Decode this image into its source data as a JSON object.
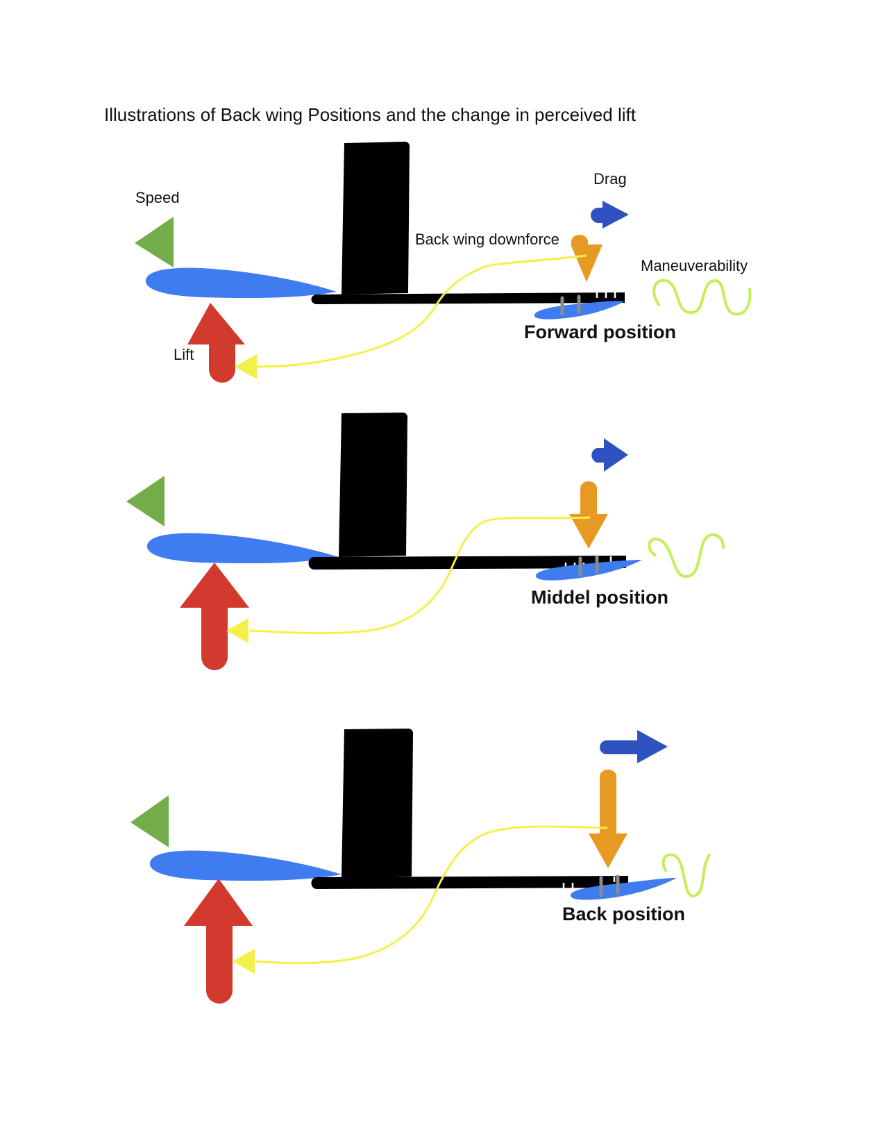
{
  "title": "Illustrations of Back wing Positions and the change in perceived lift",
  "legend": {
    "speed": "Speed",
    "drag": "Drag",
    "downforce": "Back wing downforce",
    "maneuverability": "Maneuverability",
    "lift": "Lift"
  },
  "panels": [
    {
      "position_label": "Forward position"
    },
    {
      "position_label": "Middel position"
    },
    {
      "position_label": "Back position"
    }
  ],
  "colors": {
    "speed": "#72ad4a",
    "wing": "#3e7cf0",
    "mast": "#000000",
    "lift": "#d23a2e",
    "drag": "#3052c0",
    "downforce": "#e69a24",
    "link": "#f4f04a",
    "maneuverability": "#c4ee5a",
    "spacer": "#8a8a8a"
  }
}
